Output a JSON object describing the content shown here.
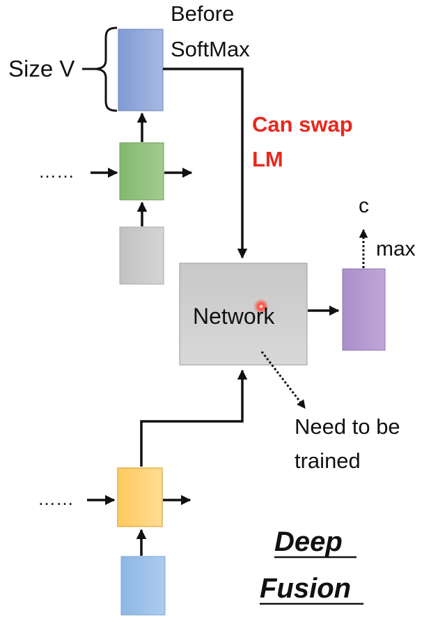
{
  "labels": {
    "size_v": "Size V",
    "before_line1": "Before",
    "before_line2": "SoftMax",
    "can_swap_line1": "Can swap",
    "can_swap_line2": "LM",
    "network": "Network",
    "output_c": "c",
    "max": "max",
    "need_line1": "Need to be",
    "need_line2": "trained",
    "dots_top": "……",
    "dots_bottom": "……",
    "title_line1": "Deep",
    "title_line2": "Fusion"
  },
  "colors": {
    "highlight": "#e8281e",
    "softmax_box": "#8ea6d8",
    "lm_hidden": "#8fc07a",
    "lm_input": "#c9c9c9",
    "network_box": "#cfcfcf",
    "output_box": "#b69bd0",
    "decoder_hidden": "#ffd27a",
    "decoder_input": "#9cc2e8"
  }
}
